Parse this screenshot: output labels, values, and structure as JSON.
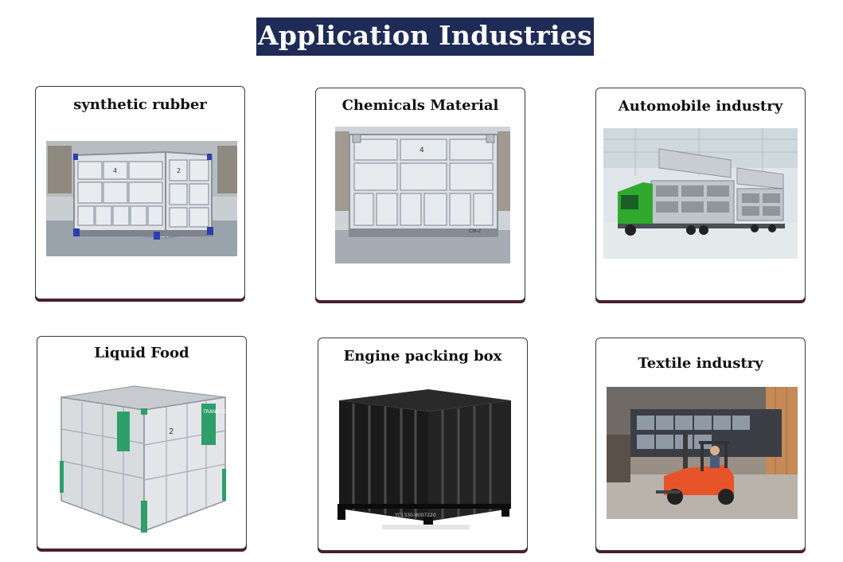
{
  "page": {
    "title": "Application Industries"
  },
  "cards": [
    {
      "label": "synthetic rubber"
    },
    {
      "label": "Chemicals Material"
    },
    {
      "label": "Automobile industry"
    },
    {
      "label": "Liquid Food"
    },
    {
      "label": "Engine packing box"
    },
    {
      "label": "Textile industry"
    }
  ],
  "photos": {
    "synthetic_rubber": {
      "markings": [
        "4",
        "2"
      ]
    },
    "chemicals_material": {
      "markings": [
        "4",
        "CM-2"
      ]
    },
    "liquid_food": {
      "markings": [
        "2",
        "TRANS CON"
      ]
    },
    "engine_packing_box": {
      "markings": [
        "YC1330-8007220"
      ]
    }
  },
  "colors": {
    "title_bg": "#1f2b57",
    "title_text": "#ffffff",
    "card_shadow": "#4a1d24",
    "truck_green": "#2faa2f",
    "forklift_orange": "#e8542a",
    "container_black": "#1a1a1a"
  }
}
